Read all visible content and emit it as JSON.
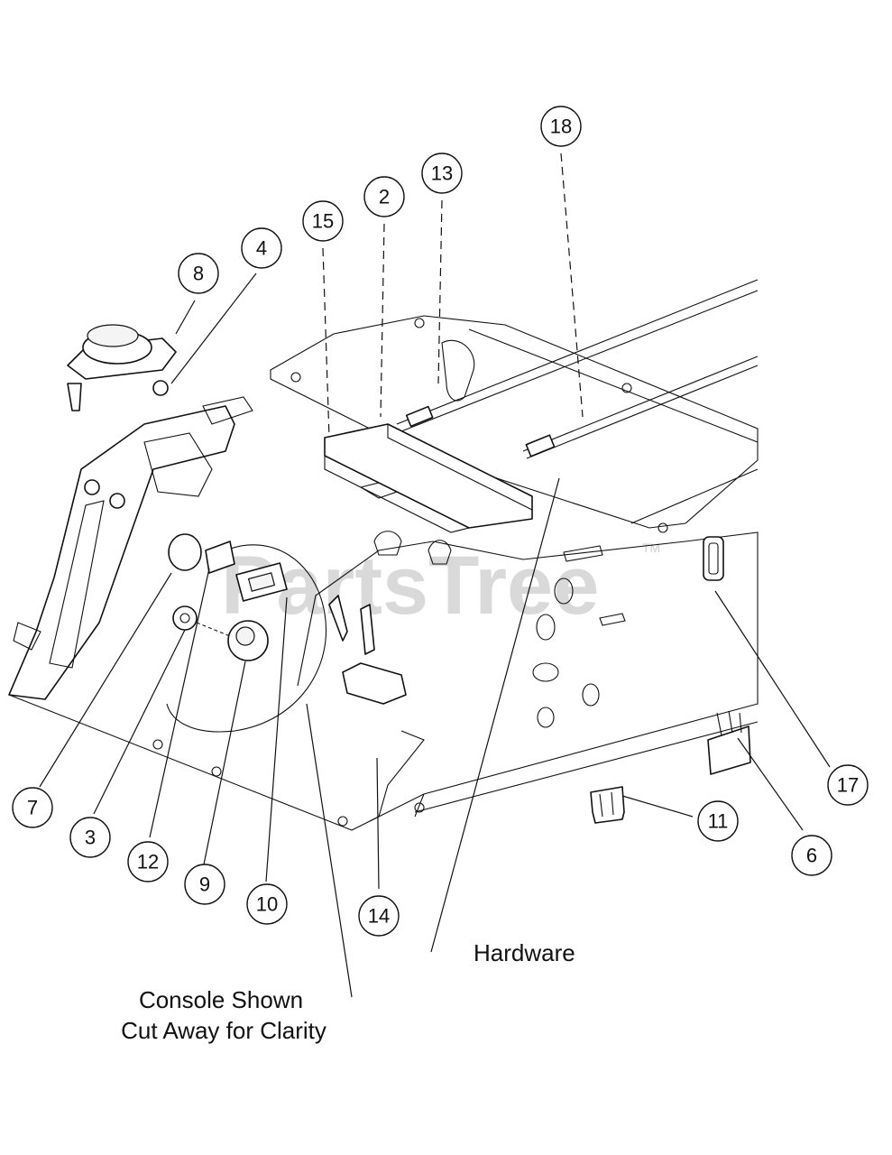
{
  "callouts": [
    "18",
    "13",
    "2",
    "15",
    "4",
    "8",
    "7",
    "3",
    "12",
    "9",
    "10",
    "14",
    "11",
    "6",
    "17"
  ],
  "labels": {
    "hardware": "Hardware",
    "console_line1": "Console Shown",
    "console_line2": "Cut Away for Clarity"
  },
  "watermark": {
    "text": "PartsTree",
    "tm": "TM"
  }
}
